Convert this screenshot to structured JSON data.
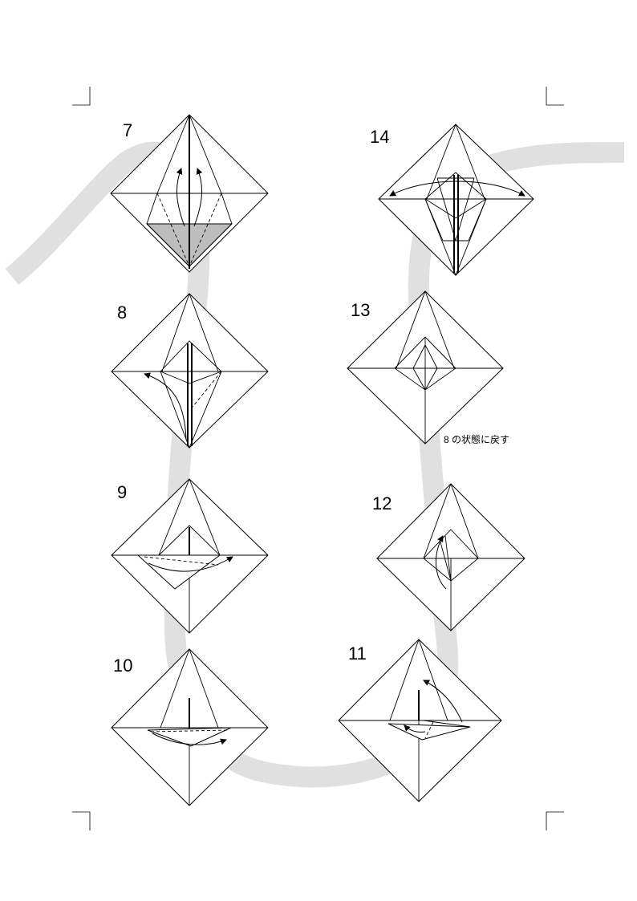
{
  "steps": [
    {
      "number": "7"
    },
    {
      "number": "8"
    },
    {
      "number": "9"
    },
    {
      "number": "10"
    },
    {
      "number": "11"
    },
    {
      "number": "12"
    },
    {
      "number": "13",
      "note": "8 の状態に戻す"
    },
    {
      "number": "14"
    }
  ],
  "colors": {
    "flow_band": "#e0e0e0",
    "shade": "#bdbdbd",
    "line": "#000000"
  }
}
